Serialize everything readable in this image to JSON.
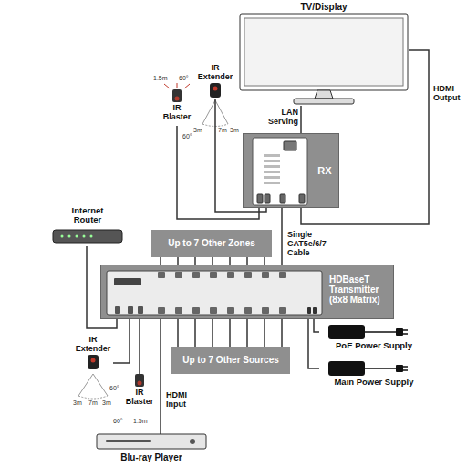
{
  "diagram": {
    "nodes": [
      {
        "text": [
          "TV/Display"
        ]
      },
      {
        "text": [
          "IR Extender"
        ]
      },
      {
        "text": [
          "IR Blaster"
        ]
      },
      {
        "text": [
          "RX"
        ]
      },
      {
        "text": [
          "Internet Router"
        ]
      },
      {
        "text": [
          "Up to 7 Other Zones"
        ]
      },
      {
        "text": [
          "HDBaseT Transmitter (8x8 Matrix)"
        ]
      },
      {
        "text": [
          "Up to 7 Other Sources"
        ]
      },
      {
        "text": [
          "PoE Power Supply"
        ]
      },
      {
        "text": [
          "Main Power Supply"
        ]
      },
      {
        "text": [
          "IR Extender"
        ]
      },
      {
        "text": [
          "IR Blaster"
        ]
      },
      {
        "text": [
          "Blu-ray Player"
        ]
      }
    ],
    "edges": [
      {
        "from": 3,
        "to": 0,
        "label": "LAN Serving",
        "arrow": "none"
      },
      {
        "from": 3,
        "to": 0,
        "label": "HDMI Output",
        "arrow": "none"
      },
      {
        "from": 1,
        "to": 3,
        "arrow": "none"
      },
      {
        "from": 2,
        "to": 3,
        "arrow": "none"
      },
      {
        "from": 3,
        "to": 6,
        "label": "Single CAT5e/6/7 Cable",
        "arrow": "none"
      },
      {
        "from": 4,
        "to": 6,
        "arrow": "none"
      },
      {
        "from": 5,
        "to": 6,
        "arrow": "none"
      },
      {
        "from": 7,
        "to": 6,
        "arrow": "none"
      },
      {
        "from": 8,
        "to": 6,
        "arrow": "none"
      },
      {
        "from": 9,
        "to": 6,
        "arrow": "none"
      },
      {
        "from": 10,
        "to": 6,
        "arrow": "none"
      },
      {
        "from": 11,
        "to": 6,
        "arrow": "none"
      },
      {
        "from": 12,
        "to": 6,
        "label": "HDMI Input",
        "arrow": "none"
      }
    ],
    "labels": [
      "1.5m",
      "60°",
      "3m",
      "7m",
      "3m",
      "60°",
      "60°",
      "3m",
      "7m",
      "3m",
      "60°",
      "1.5m"
    ]
  }
}
